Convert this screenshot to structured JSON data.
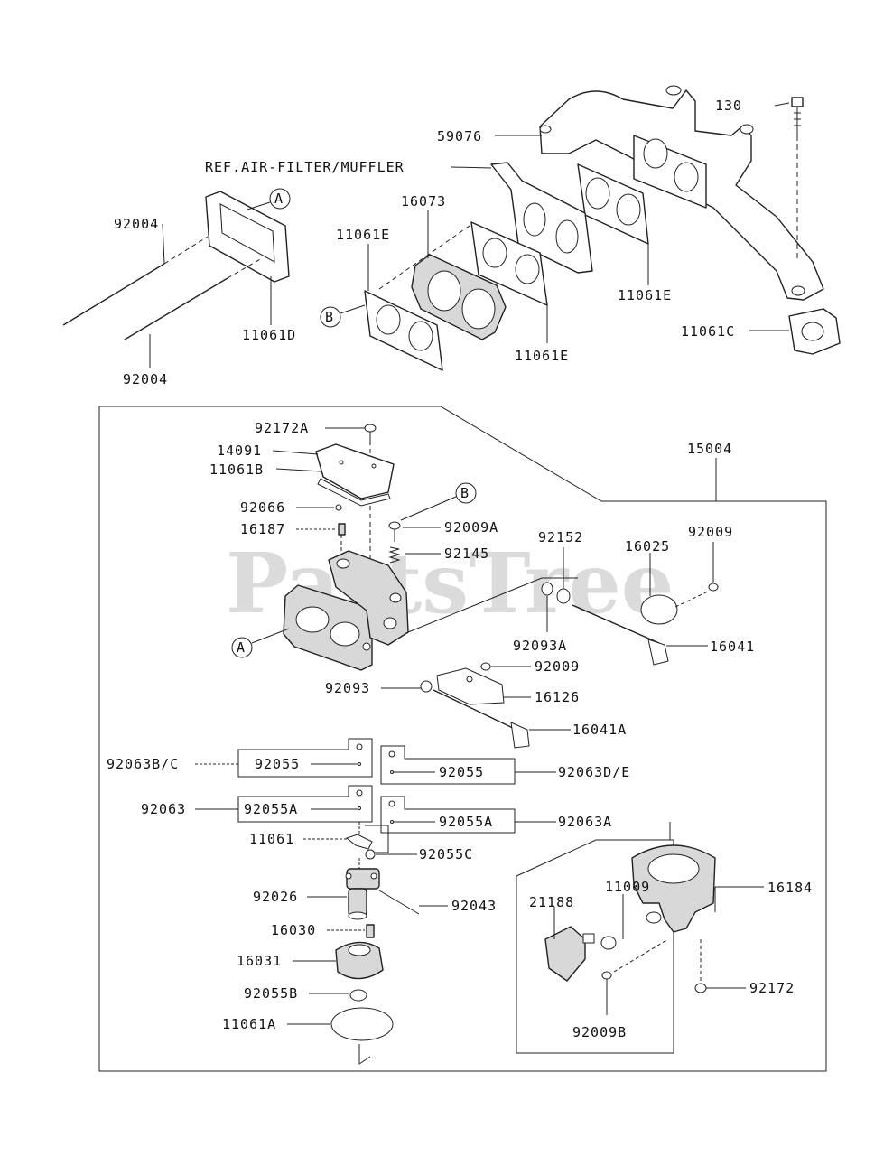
{
  "watermark": {
    "text": "PartsTree",
    "trademark": "™"
  },
  "callouts": {
    "A": "A",
    "B": "B"
  },
  "labels": {
    "p130": "130",
    "p59076": "59076",
    "ref_air_filter": "REF.AIR-FILTER/MUFFLER",
    "p92004_top": "92004",
    "p16073": "16073",
    "p11061E_left": "11061E",
    "p11061E_right": "11061E",
    "p11061E_mid": "11061E",
    "p11061D": "11061D",
    "p11061C": "11061C",
    "p92004_bottom": "92004",
    "p92172A": "92172A",
    "p14091": "14091",
    "p11061B": "11061B",
    "p15004": "15004",
    "p92066": "92066",
    "p16187": "16187",
    "p92009A": "92009A",
    "p92145": "92145",
    "p92152": "92152",
    "p16025": "16025",
    "p92009_top": "92009",
    "p16041": "16041",
    "p92093A": "92093A",
    "p92009_mid": "92009",
    "p92093": "92093",
    "p16126": "16126",
    "p16041A": "16041A",
    "p92063BC": "92063B/C",
    "p92055_left": "92055",
    "p92055_right": "92055",
    "p92063DE": "92063D/E",
    "p92063": "92063",
    "p92055A_left": "92055A",
    "p92055A_right": "92055A",
    "p92063A": "92063A",
    "p11061": "11061",
    "p92055C": "92055C",
    "p92026": "92026",
    "p92043": "92043",
    "p16030": "16030",
    "p16031": "16031",
    "p92055B": "92055B",
    "p11061A": "11061A",
    "p11009": "11009",
    "p21188": "21188",
    "p16184": "16184",
    "p92172": "92172",
    "p92009B": "92009B"
  }
}
